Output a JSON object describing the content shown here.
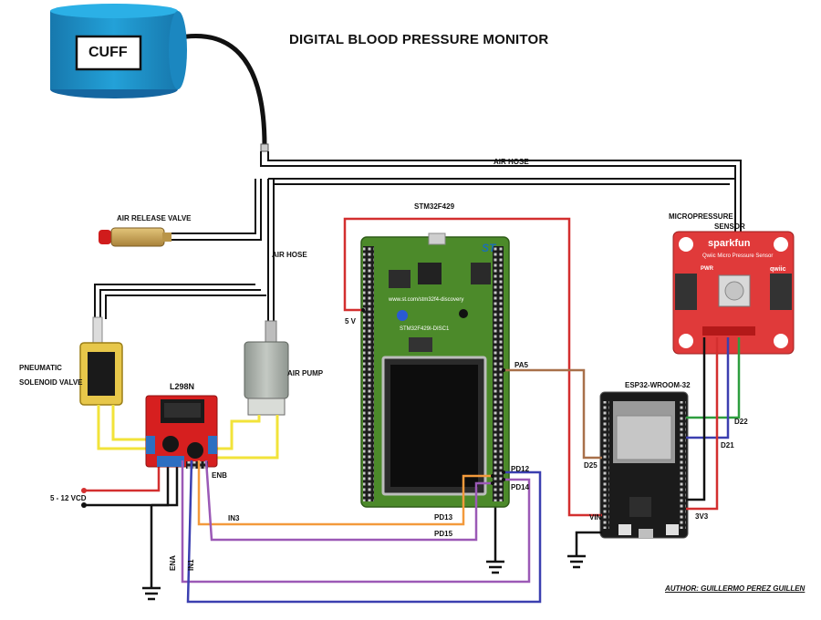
{
  "title": "DIGITAL BLOOD PRESSURE MONITOR",
  "author": "AUTHOR: GUILLERMO PEREZ GUILLEN",
  "components": {
    "cuff": "CUFF",
    "air_release_valve": "AIR RELEASE VALVE",
    "solenoid_valve_line1": "PNEUMATIC",
    "solenoid_valve_line2": "SOLENOID VALVE",
    "driver": "L298N",
    "air_pump": "AIR PUMP",
    "mcu_board": "STM32F429",
    "esp": "ESP32-WROOM-32",
    "sensor_line1": "MICROPRESSURE",
    "sensor_line2": "SENSOR",
    "board_url": "www.st.com/stm32f4-discovery",
    "board_model": "STM32F429I-DISC1",
    "sensor_brand": "sparkfun",
    "sensor_product": "Qwiic Micro Pressure Sensor",
    "sensor_qwiic": "qwiic",
    "sensor_pwr": "PWR"
  },
  "labels": {
    "air_hose_top": "AIR HOSE",
    "air_hose_mid": "AIR HOSE",
    "supply": "5 - 12 VCD",
    "five_v": "5 V",
    "pa5": "PA5",
    "pd12": "PD12",
    "pd14": "PD14",
    "pd13": "PD13",
    "pd15": "PD15",
    "in3": "IN3",
    "ena": "ENA",
    "in1": "IN1",
    "enb": "ENB",
    "d25": "D25",
    "vin": "VIN",
    "d22": "D22",
    "d21": "D21",
    "v3v3": "3V3"
  },
  "colors": {
    "red_wire": "#d32f2f",
    "black_wire": "#111111",
    "yellow_wire": "#f2e33a",
    "orange_wire": "#f39a3c",
    "purple_wire": "#9b59b6",
    "blue_wire": "#3b3fb0",
    "green_wire": "#2e9e3e",
    "brown_wire": "#a8704a",
    "cuff_blue": "#1c8fc6",
    "pcb_green": "#4c8a2a",
    "driver_red": "#d61f1f",
    "sensor_red": "#e03a3a",
    "esp_black": "#1b1b1b"
  }
}
